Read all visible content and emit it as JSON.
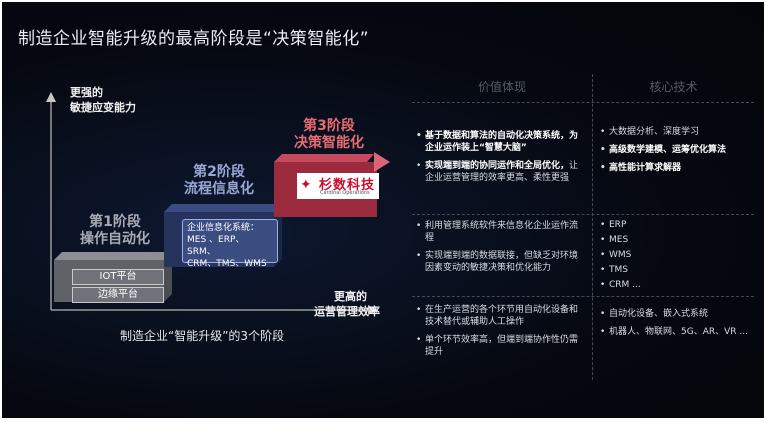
{
  "title": "制造企业智能升级的最高阶段是“决策智能化”",
  "axis": {
    "y_label_line1": "更强的",
    "y_label_line2": "敏捷应变能力",
    "x_label_line1": "更高的",
    "x_label_line2": "运营管理效率"
  },
  "caption": "制造企业“智能升级”的3个阶段",
  "stages": [
    {
      "line1": "第1阶段",
      "line2": "操作自动化",
      "color": "#6f7379"
    },
    {
      "line1": "第2阶段",
      "line2": "流程信息化",
      "color": "#2e3d6e"
    },
    {
      "line1": "第3阶段",
      "line2": "决策智能化",
      "color": "#b5344a"
    }
  ],
  "stage1_tags": [
    "IOT平台",
    "边缘平台"
  ],
  "stage2_box": [
    "企业信息化系统：",
    "MES 、ERP、SRM、",
    "CRM、TMS、WMS"
  ],
  "logo": {
    "name": "杉数科技",
    "sub": "Cardinal Operations",
    "mark": "✦"
  },
  "table": {
    "headers": [
      "价值体现",
      "核心技术"
    ],
    "rows": [
      {
        "value": [
          {
            "text": "基于数据和算法的自动化决策系统，为企业运作装上“智慧大脑”",
            "bold": true
          },
          {
            "text": "实现端到端的协同运作和全局优化，",
            "bold": true,
            "rest": "让企业运营管理的效率更高、柔性更强"
          }
        ],
        "tech": [
          {
            "text": "大数据分析、深度学习",
            "bold": false
          },
          {
            "text": "高级数学建模、运筹优化算法",
            "bold": true
          },
          {
            "text": "高性能计算求解器",
            "bold": true
          }
        ]
      },
      {
        "value": [
          {
            "text": "利用管理系统软件来信息化企业运作流程",
            "bold": false
          },
          {
            "text": "实现端到端的数据联接，但缺乏对环境因素变动的敏捷决策和优化能力",
            "bold": false
          }
        ],
        "tech": [
          {
            "text": "ERP",
            "bold": false
          },
          {
            "text": "MES",
            "bold": false
          },
          {
            "text": "WMS",
            "bold": false
          },
          {
            "text": "TMS",
            "bold": false
          },
          {
            "text": "CRM ...",
            "bold": false
          }
        ]
      },
      {
        "value": [
          {
            "text": "在生产运营的各个环节用自动化设备和技术替代或辅助人工操作",
            "bold": false
          },
          {
            "text": "单个环节效率高，但端到端协作性仍需提升",
            "bold": false
          }
        ],
        "tech": [
          {
            "text": "自动化设备、嵌入式系统",
            "bold": false
          },
          {
            "text": "机器人、物联网、5G、AR、VR ...",
            "bold": false
          }
        ]
      }
    ]
  }
}
